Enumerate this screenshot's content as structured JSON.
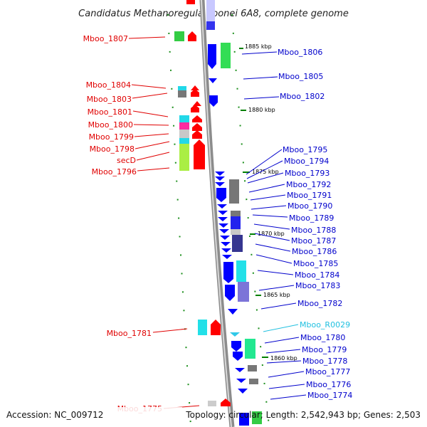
{
  "title": "Candidatus Methanoregula boonei 6A8, complete genome",
  "footer": {
    "accession": "Accession: NC_009712",
    "topology": "Topology: circular; Length: 2,542,943 bp; Genes: 2,503"
  },
  "colors": {
    "left_label": "#e00000",
    "right_label": "#0000cc",
    "rna_label": "#20c0e0",
    "backbone": "#999999",
    "tick_mark": "#008000",
    "fwd": "#ff0000",
    "rev": "#0000ff",
    "rna": "#30c8e8",
    "green": "#30d050",
    "lime": "#aaee44",
    "grey": "#707070",
    "light_grey": "#c8c8c8",
    "magenta": "#ff2aa0",
    "cyan": "#22e0e8",
    "navy": "#353590",
    "slate": "#7c74d8",
    "mint": "#22e890",
    "lavender": "#c8c8ff"
  },
  "scale_ticks": [
    "1885 kbp",
    "1880 kbp",
    "1875 kbp",
    "1870 kbp",
    "1865 kbp",
    "1860 kbp"
  ],
  "left_labels": [
    "Mboo_1807",
    "Mboo_1804",
    "Mboo_1803",
    "Mboo_1801",
    "Mboo_1800",
    "Mboo_1799",
    "Mboo_1798",
    "secD",
    "Mboo_1796",
    "Mboo_1781",
    "Mboo_1775"
  ],
  "right_labels": [
    "Mboo_1806",
    "Mboo_1805",
    "Mboo_1802",
    "Mboo_1795",
    "Mboo_1794",
    "Mboo_1793",
    "Mboo_1792",
    "Mboo_1791",
    "Mboo_1790",
    "Mboo_1789",
    "Mboo_1788",
    "Mboo_1787",
    "Mboo_1786",
    "Mboo_1785",
    "Mboo_1784",
    "Mboo_1783",
    "Mboo_1782",
    "Mboo_R0029",
    "Mboo_1780",
    "Mboo_1779",
    "Mboo_1778",
    "Mboo_1777",
    "Mboo_1776",
    "Mboo_1774"
  ]
}
